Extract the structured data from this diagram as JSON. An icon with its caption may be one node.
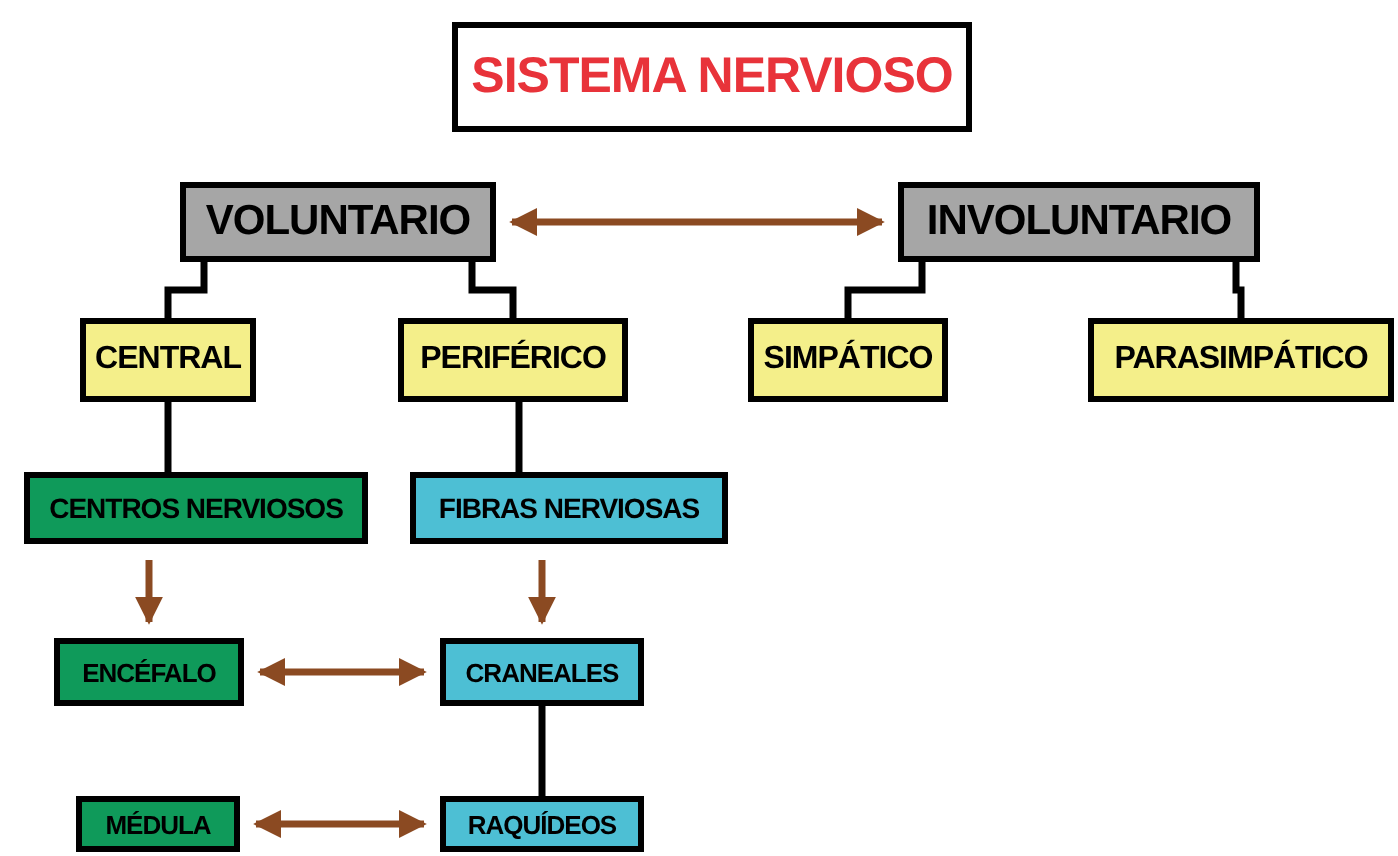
{
  "diagram": {
    "title": "SISTEMA NERVIOSO",
    "nodes": [
      {
        "text": [
          "VOLUNTARIO"
        ]
      },
      {
        "text": [
          "INVOLUNTARIO"
        ]
      },
      {
        "text": [
          "CENTRAL"
        ]
      },
      {
        "text": [
          "PERIFÉRICO"
        ]
      },
      {
        "text": [
          "SIMPÁTICO"
        ]
      },
      {
        "text": [
          "PARASIMPÁTICO"
        ]
      },
      {
        "text": [
          "CENTROS NERVIOSOS"
        ]
      },
      {
        "text": [
          "FIBRAS NERVIOSAS"
        ]
      },
      {
        "text": [
          "ENCÉFALO"
        ]
      },
      {
        "text": [
          "CRANEALES"
        ]
      },
      {
        "text": [
          "MÉDULA"
        ]
      },
      {
        "text": [
          "RAQUÍDEOS"
        ]
      }
    ],
    "edges": [
      {
        "from": 0,
        "to": 1,
        "arrow": "both",
        "color": "#8b4a22"
      },
      {
        "from": 0,
        "to": 2,
        "arrow": "none"
      },
      {
        "from": 0,
        "to": 3,
        "arrow": "none"
      },
      {
        "from": 1,
        "to": 4,
        "arrow": "none"
      },
      {
        "from": 1,
        "to": 5,
        "arrow": "none"
      },
      {
        "from": 2,
        "to": 6,
        "arrow": "none"
      },
      {
        "from": 3,
        "to": 7,
        "arrow": "none"
      },
      {
        "from": 6,
        "to": 8,
        "arrow": "to",
        "color": "#8b4a22"
      },
      {
        "from": 7,
        "to": 9,
        "arrow": "to",
        "color": "#8b4a22"
      },
      {
        "from": 8,
        "to": 9,
        "arrow": "both",
        "color": "#8b4a22"
      },
      {
        "from": 9,
        "to": 11,
        "arrow": "none"
      },
      {
        "from": 10,
        "to": 11,
        "arrow": "both",
        "color": "#8b4a22"
      }
    ]
  }
}
